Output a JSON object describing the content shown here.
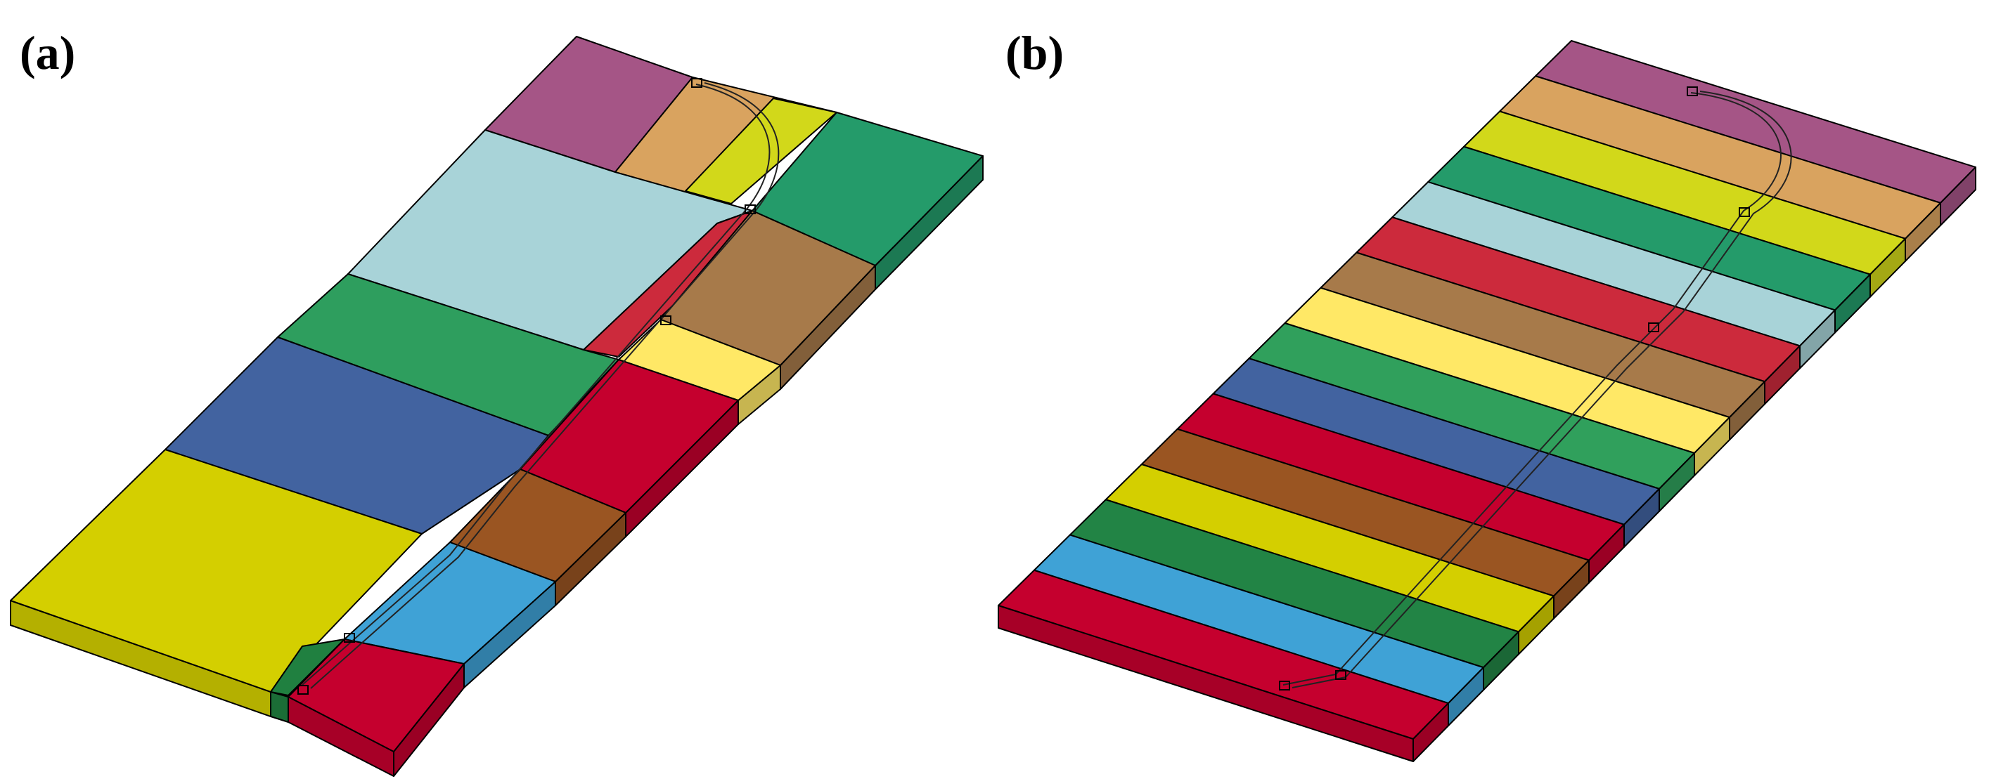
{
  "panels": [
    {
      "label": "(a)",
      "blocks": [
        {
          "name": "yellow-block",
          "color": "#d4cf00"
        },
        {
          "name": "blue-block",
          "color": "#4263a0"
        },
        {
          "name": "green-block",
          "color": "#2e9e5e"
        },
        {
          "name": "light-blue-block",
          "color": "#a8d3d8"
        },
        {
          "name": "purple-block",
          "color": "#a55586"
        },
        {
          "name": "tan-block",
          "color": "#d9a35f"
        },
        {
          "name": "lime-block",
          "color": "#d2d81a"
        },
        {
          "name": "dark-green-block",
          "color": "#249b6a"
        },
        {
          "name": "red-strip-block",
          "color": "#cc2a3c"
        },
        {
          "name": "brown-block",
          "color": "#a77a4a"
        },
        {
          "name": "light-yellow-block",
          "color": "#ffe866"
        },
        {
          "name": "crimson-block",
          "color": "#c5002e"
        },
        {
          "name": "dark-brown-block",
          "color": "#9a5522"
        },
        {
          "name": "sky-blue-block",
          "color": "#3fa2d6"
        },
        {
          "name": "red-block",
          "color": "#c5002e"
        },
        {
          "name": "narrow-green-block",
          "color": "#208040"
        }
      ]
    },
    {
      "label": "(b)",
      "layers": [
        {
          "name": "purple-layer",
          "color": "#a55586"
        },
        {
          "name": "tan-layer",
          "color": "#d9a35f"
        },
        {
          "name": "lime-layer",
          "color": "#d2d81a"
        },
        {
          "name": "green-layer",
          "color": "#249b6a"
        },
        {
          "name": "light-blue-layer",
          "color": "#a8d3d8"
        },
        {
          "name": "red-layer",
          "color": "#cc2a3c"
        },
        {
          "name": "brown-layer",
          "color": "#a77a4a"
        },
        {
          "name": "yellow-layer",
          "color": "#ffe866"
        },
        {
          "name": "green-layer-2",
          "color": "#30a05c"
        },
        {
          "name": "blue-layer",
          "color": "#4263a0"
        },
        {
          "name": "crimson-layer",
          "color": "#c5002e"
        },
        {
          "name": "dark-brown-layer",
          "color": "#9a5522"
        },
        {
          "name": "olive-yellow-layer",
          "color": "#d4cf00"
        },
        {
          "name": "dark-green-layer",
          "color": "#228445"
        },
        {
          "name": "sky-blue-layer",
          "color": "#3fa2d6"
        },
        {
          "name": "red-bottom-layer",
          "color": "#c5002e"
        }
      ]
    }
  ]
}
